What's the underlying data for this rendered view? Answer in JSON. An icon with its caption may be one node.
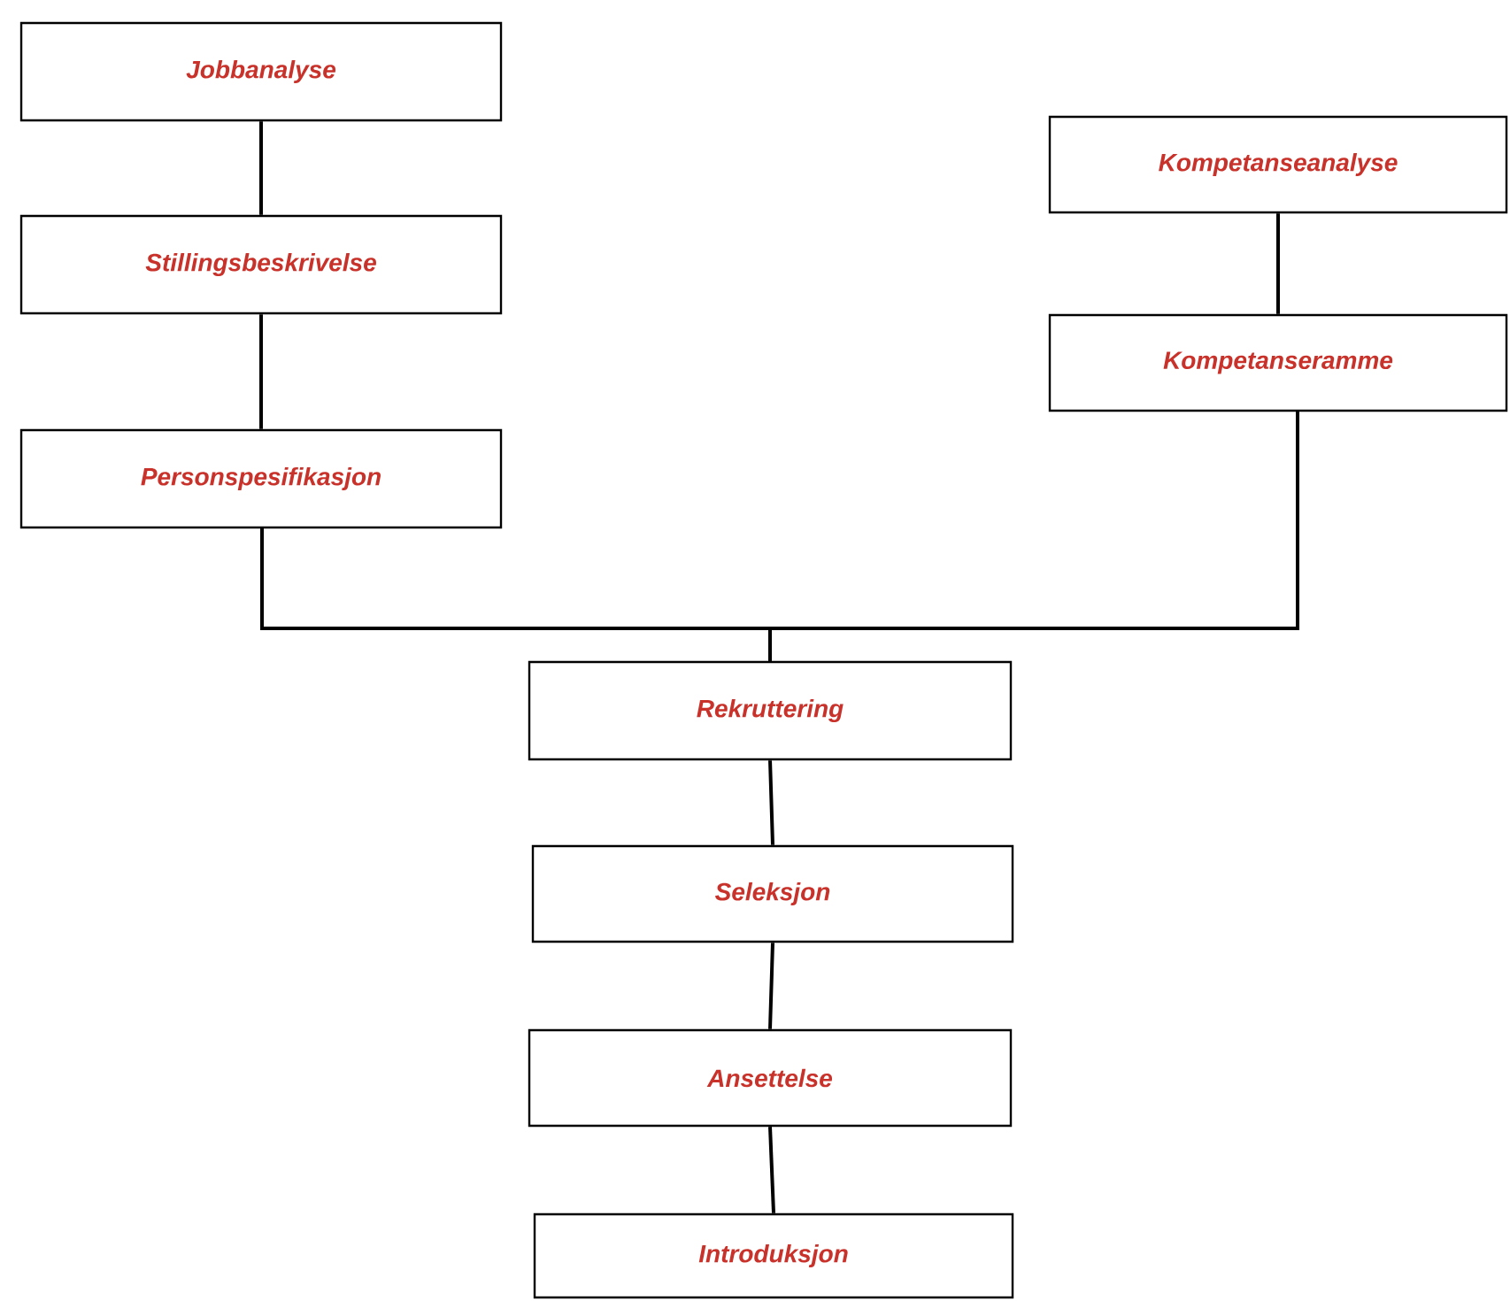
{
  "diagram": {
    "nodes": [
      {
        "text": [
          "Jobbanalyse"
        ]
      },
      {
        "text": [
          "Stillingsbeskrivelse"
        ]
      },
      {
        "text": [
          "Personspesifikasjon"
        ]
      },
      {
        "text": [
          "Kompetanseanalyse"
        ]
      },
      {
        "text": [
          "Kompetanseramme"
        ]
      },
      {
        "text": [
          "Rekruttering"
        ]
      },
      {
        "text": [
          "Seleksjon"
        ]
      },
      {
        "text": [
          "Ansettelse"
        ]
      },
      {
        "text": [
          "Introduksjon"
        ]
      }
    ],
    "edges": [
      {
        "from": 0,
        "to": 1,
        "arrow": "none"
      },
      {
        "from": 1,
        "to": 2,
        "arrow": "none"
      },
      {
        "from": 3,
        "to": 4,
        "arrow": "none"
      },
      {
        "from": 2,
        "to": 5,
        "arrow": "none"
      },
      {
        "from": 4,
        "to": 5,
        "arrow": "none"
      },
      {
        "from": 5,
        "to": 6,
        "arrow": "none"
      },
      {
        "from": 6,
        "to": 7,
        "arrow": "none"
      },
      {
        "from": 7,
        "to": 8,
        "arrow": "none"
      }
    ]
  }
}
